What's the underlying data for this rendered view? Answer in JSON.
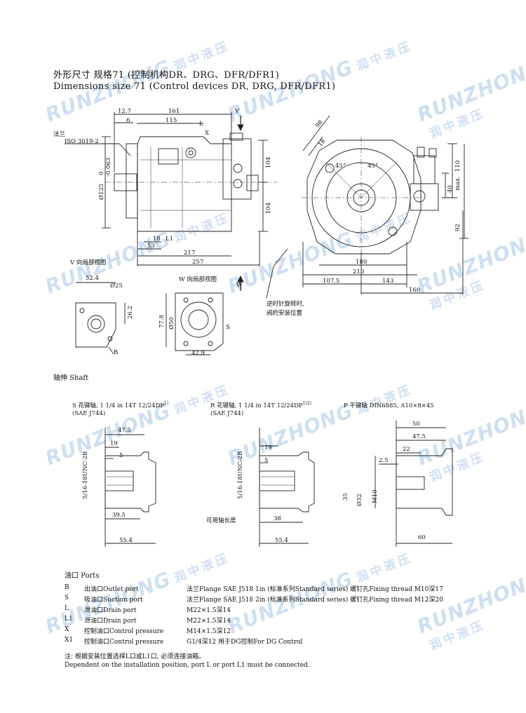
{
  "title_cn": "外形尺寸 规格71 (控制机构DR、DRG、DFR/DFR1)",
  "title_en": "Dimensions size 71 (Control devices DR, DRG, DFR/DFR1)",
  "watermark_en": "RUNZHONG",
  "watermark_cn": "润中液压",
  "main_view": {
    "flange_cn": "法兰",
    "flange_std": "ISO 3019-2",
    "dims": [
      "12.7",
      "161",
      "6",
      "115",
      "L",
      "X",
      "V",
      "Ø125",
      "0",
      "-0.063",
      "104",
      "104",
      "18",
      "L1",
      "53",
      "217",
      "257",
      "V 向局部视图"
    ]
  },
  "side_view": {
    "dims": [
      "98",
      "18",
      "45°",
      "45°",
      "110",
      "max.",
      "40",
      "92",
      "180",
      "210",
      "107.5",
      "143",
      "160"
    ],
    "note": "逆时针旋转时,\n阀的安装位置"
  },
  "v_detail": {
    "dims": [
      "52.4",
      "Ø25",
      "26.2",
      "B"
    ]
  },
  "w_detail": {
    "label": "W 向局部视图",
    "dims": [
      "77.8",
      "Ø50",
      "S",
      "42.9"
    ],
    "marker": "W"
  },
  "shaft_heading": "轴伸 Shaft",
  "shafts": [
    {
      "title": "S 花键轴, 1 1/4 in 14T 12/24DP",
      "sup": "1)",
      "sub": "(SAE J744)",
      "dims": [
        "47.5",
        "19",
        "5",
        "5/16-18UNC-2B",
        "39.5",
        "55.4"
      ]
    },
    {
      "title": "R 花键轴, 1 1/4 in 14T 12/24DP",
      "sup": "1)2)",
      "sub": "(SAE J744)",
      "dims": [
        "19",
        "5",
        "5/16-18UNC-2B",
        "38",
        "55.4"
      ],
      "usable": "可用轴长度"
    },
    {
      "title": "P 平键轴 DIN6885, A10×8×45",
      "sup": "",
      "sub": "",
      "dims": [
        "50",
        "47.5",
        "22",
        "2.5",
        "35",
        "Ø32",
        "M10",
        "60"
      ]
    }
  ],
  "ports_heading": "油口 Ports",
  "ports": [
    {
      "code": "B",
      "name": "出油口Outlet port",
      "desc": "法兰Flange SAE J518 1in (标准系列Standard series) 螺钉孔Fixing thread M10深17"
    },
    {
      "code": "S",
      "name": "吸油口Suction port",
      "desc": "法兰Flange SAE J518 2in (标准系列Standard series) 螺钉孔Fixing thread M12深20"
    },
    {
      "code": "L",
      "name": "泄油口Drain port",
      "desc": "M22×1.5深14"
    },
    {
      "code": "L1",
      "name": "泄油口Drain port",
      "desc": "M22×1.5深14"
    },
    {
      "code": "X",
      "name": "控制油口Control pressure",
      "desc": "M14×1.5深12"
    },
    {
      "code": "X1",
      "name": "控制油口Control pressure",
      "desc": "G1/4深12 用于DG控制For DG Control"
    }
  ],
  "note_cn": "注: 根据安装位置选择L口或L1口, 必须连接油箱。",
  "note_en": "Dependent on the installation position, port L or port L1 must be connected."
}
